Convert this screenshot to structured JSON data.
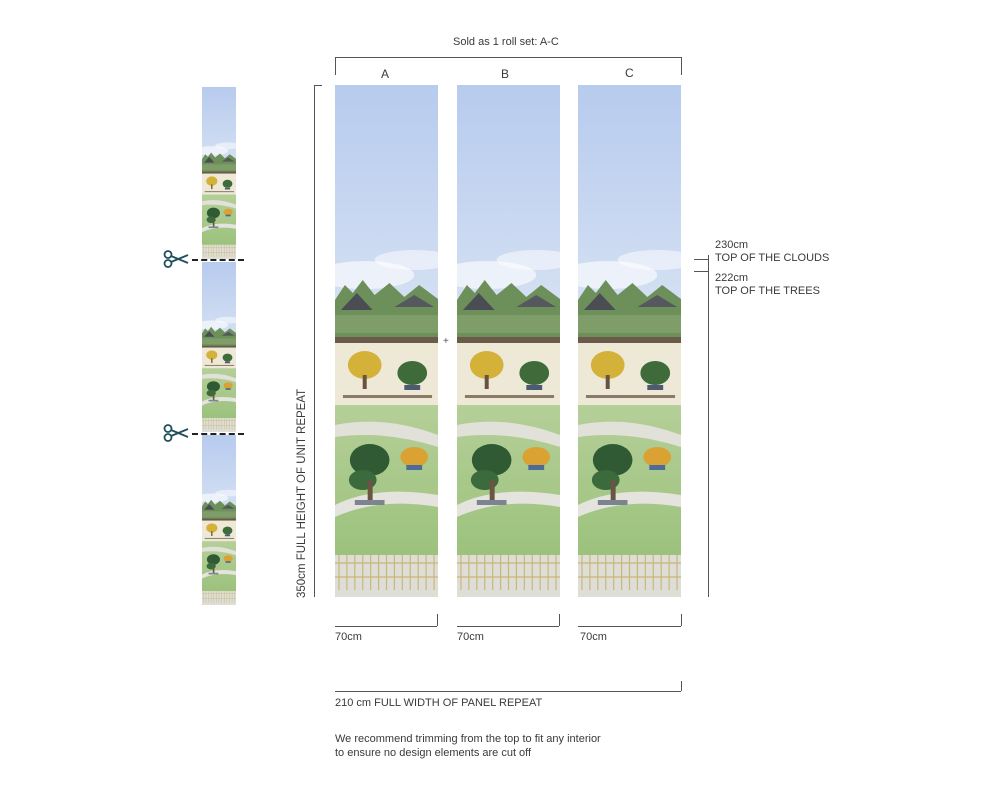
{
  "title": "Sold as 1 roll set: A-C",
  "panels": [
    {
      "letter": "A",
      "width_label": "70cm"
    },
    {
      "letter": "B",
      "width_label": "70cm"
    },
    {
      "letter": "C",
      "width_label": "70cm"
    }
  ],
  "height_label": "350cm FULL HEIGHT OF UNIT REPEAT",
  "full_width_label": "210 cm FULL WIDTH OF PANEL REPEAT",
  "annotations": {
    "clouds": {
      "value": "230cm",
      "label": "TOP OF THE CLOUDS"
    },
    "trees": {
      "value": "222cm",
      "label": "TOP OF THE TREES"
    }
  },
  "recommendation": {
    "line1": "We recommend trimming from the top to fit any interior",
    "line2": "to ensure no design elements are cut off"
  },
  "colors": {
    "sky_top": "#b9cdef",
    "sky_bottom": "#f1f2ee",
    "wall": "#efe9d9",
    "grass": "#a8c78a",
    "gravel": "#e3e2dc",
    "fence": "#c9b77a"
  },
  "icons": [
    "scissors-icon"
  ]
}
